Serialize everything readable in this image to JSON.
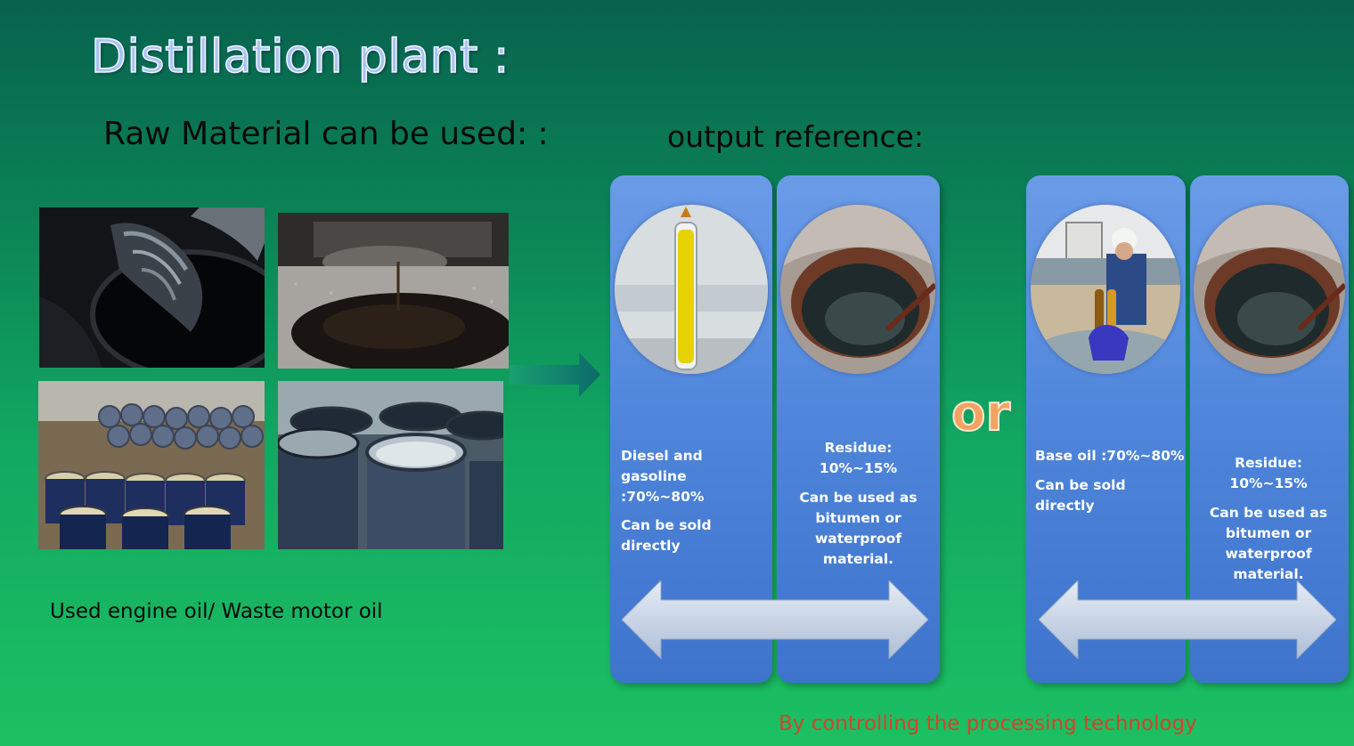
{
  "title": "Distillation plant :",
  "raw_material_label": "Raw Material can be used: :",
  "output_label": "output reference:",
  "raw_caption": "Used engine oil/ Waste motor oil",
  "or_label": "or",
  "footer_note": "By controlling the processing technology",
  "option_a": {
    "product_name": "Diesel and gasoline :70%~80%",
    "product_note": "Can be sold directly",
    "residue_title": "Residue: 10%~15%",
    "residue_note": "Can be  used as bitumen or waterproof material."
  },
  "option_b": {
    "product_name": "Base oil :70%~80%",
    "product_note": "Can be sold directly",
    "residue_title": "Residue: 10%~15%",
    "residue_note": "Can be  used as bitumen or waterproof material."
  },
  "colors": {
    "panel_blue": "#4e85da",
    "title_fill": "#a8c4f0",
    "or_orange": "#f2a262",
    "footer_red": "#d0452c"
  }
}
